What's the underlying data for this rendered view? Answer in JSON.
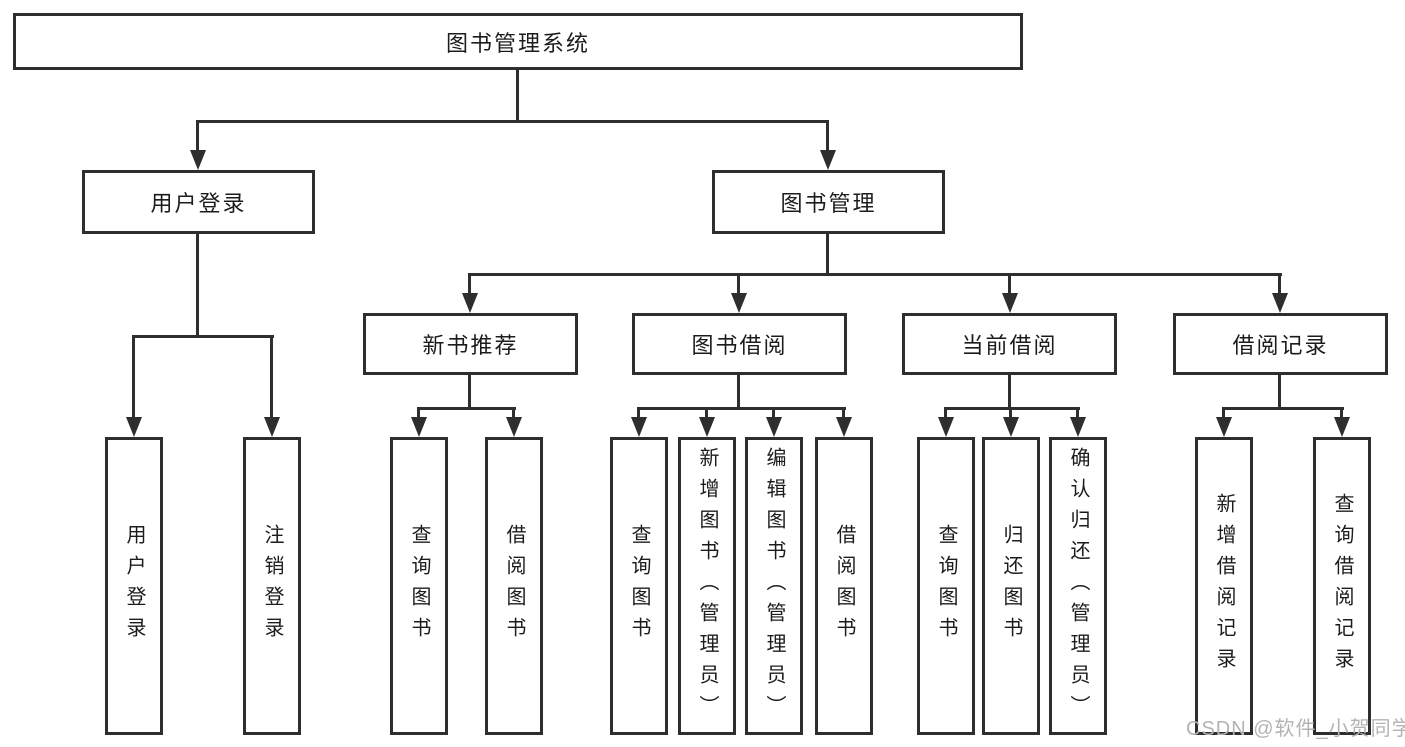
{
  "diagram": {
    "title": "图书管理系统",
    "type": "hierarchy-structure-chart",
    "tree": {
      "label": "图书管理系统",
      "children": [
        {
          "label": "用户登录",
          "children": [
            {
              "label": "用户登录"
            },
            {
              "label": "注销登录"
            }
          ]
        },
        {
          "label": "图书管理",
          "children": [
            {
              "label": "新书推荐",
              "children": [
                {
                  "label": "查询图书"
                },
                {
                  "label": "借阅图书"
                }
              ]
            },
            {
              "label": "图书借阅",
              "children": [
                {
                  "label": "查询图书"
                },
                {
                  "label": "新增图书（管理员）"
                },
                {
                  "label": "编辑图书（管理员）"
                },
                {
                  "label": "借阅图书"
                }
              ]
            },
            {
              "label": "当前借阅",
              "children": [
                {
                  "label": "查询图书"
                },
                {
                  "label": "归还图书"
                },
                {
                  "label": "确认归还（管理员）"
                }
              ]
            },
            {
              "label": "借阅记录",
              "children": [
                {
                  "label": "新增借阅记录"
                },
                {
                  "label": "查询借阅记录"
                }
              ]
            }
          ]
        }
      ]
    }
  },
  "watermark": {
    "text": "CSDN @软件_小贺同学",
    "color": "#b3b3b3"
  },
  "colors": {
    "line": "#2e2e2e",
    "text": "#1c1c1c",
    "background": "#ffffff"
  }
}
